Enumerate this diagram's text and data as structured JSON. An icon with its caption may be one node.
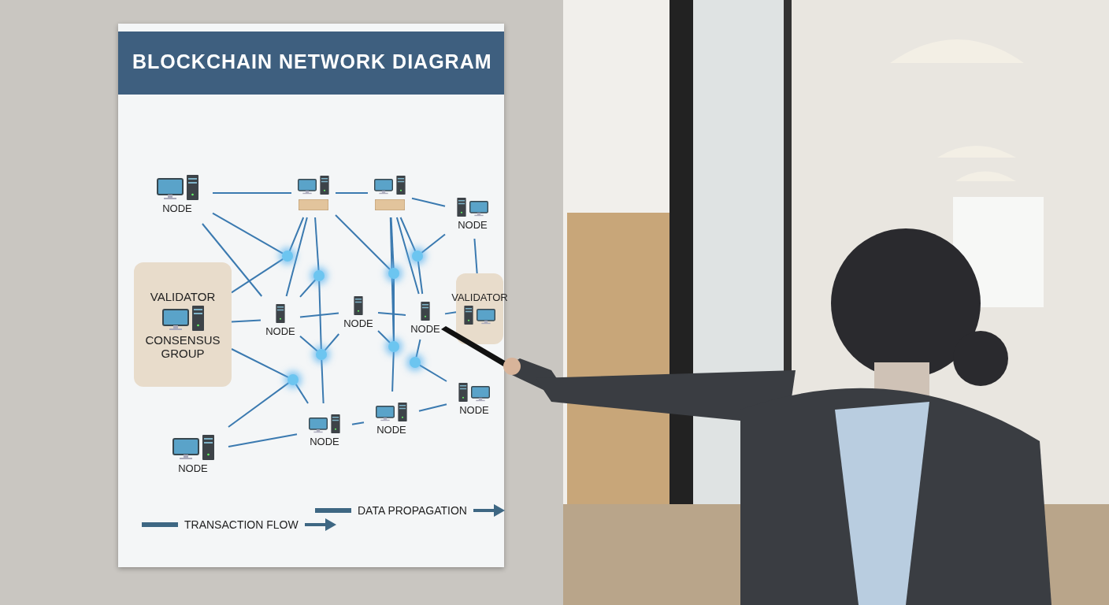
{
  "diagram": {
    "title": "BLOCKCHAIN NETWORK DIAGRAM",
    "nodes": [
      {
        "text": [
          "NODE"
        ]
      },
      {
        "text": [],
        "shape": "picture"
      },
      {
        "text": [],
        "shape": "picture"
      },
      {
        "text": [
          "NODE"
        ]
      },
      {
        "text": [
          "VALIDATOR",
          "CONSENSUS GROUP"
        ]
      },
      {
        "text": [
          "VALIDATOR"
        ]
      },
      {
        "text": [
          "NODE"
        ]
      },
      {
        "text": [
          "NODE"
        ]
      },
      {
        "text": [
          "NODE"
        ]
      },
      {
        "text": [
          "NODE"
        ]
      },
      {
        "text": [
          "NODE"
        ]
      },
      {
        "text": [
          "NODE"
        ]
      },
      {
        "text": [
          "NODE"
        ]
      },
      {
        "text": [],
        "shape": "circle"
      },
      {
        "text": [],
        "shape": "circle"
      },
      {
        "text": [],
        "shape": "circle"
      },
      {
        "text": [],
        "shape": "circle"
      },
      {
        "text": [],
        "shape": "circle"
      },
      {
        "text": [],
        "shape": "circle"
      },
      {
        "text": [],
        "shape": "circle"
      },
      {
        "text": [],
        "shape": "circle"
      }
    ],
    "edges": [
      {
        "from": 0,
        "to": 1,
        "arrow": "none"
      },
      {
        "from": 1,
        "to": 2,
        "arrow": "none"
      },
      {
        "from": 2,
        "to": 3,
        "arrow": "none"
      },
      {
        "from": 0,
        "to": 13,
        "arrow": "none"
      },
      {
        "from": 0,
        "to": 6,
        "arrow": "none"
      },
      {
        "from": 1,
        "to": 13,
        "arrow": "none"
      },
      {
        "from": 1,
        "to": 14,
        "arrow": "none"
      },
      {
        "from": 1,
        "to": 15,
        "arrow": "none"
      },
      {
        "from": 1,
        "to": 6,
        "arrow": "none"
      },
      {
        "from": 2,
        "to": 15,
        "arrow": "none"
      },
      {
        "from": 2,
        "to": 16,
        "arrow": "none"
      },
      {
        "from": 2,
        "to": 8,
        "arrow": "none"
      },
      {
        "from": 2,
        "to": 19,
        "arrow": "none"
      },
      {
        "from": 3,
        "to": 16,
        "arrow": "none"
      },
      {
        "from": 3,
        "to": 5,
        "arrow": "none"
      },
      {
        "from": 4,
        "to": 13,
        "arrow": "none"
      },
      {
        "from": 4,
        "to": 6,
        "arrow": "none"
      },
      {
        "from": 4,
        "to": 18,
        "arrow": "none"
      },
      {
        "from": 6,
        "to": 7,
        "arrow": "none"
      },
      {
        "from": 7,
        "to": 8,
        "arrow": "none"
      },
      {
        "from": 8,
        "to": 5,
        "arrow": "none"
      },
      {
        "from": 14,
        "to": 6,
        "arrow": "none"
      },
      {
        "from": 6,
        "to": 17,
        "arrow": "none"
      },
      {
        "from": 7,
        "to": 17,
        "arrow": "none"
      },
      {
        "from": 7,
        "to": 19,
        "arrow": "none"
      },
      {
        "from": 8,
        "to": 20,
        "arrow": "none"
      },
      {
        "from": 16,
        "to": 8,
        "arrow": "none"
      },
      {
        "from": 14,
        "to": 17,
        "arrow": "none"
      },
      {
        "from": 15,
        "to": 19,
        "arrow": "none"
      },
      {
        "from": 9,
        "to": 18,
        "arrow": "none"
      },
      {
        "from": 9,
        "to": 10,
        "arrow": "none"
      },
      {
        "from": 10,
        "to": 11,
        "arrow": "none"
      },
      {
        "from": 11,
        "to": 12,
        "arrow": "none"
      },
      {
        "from": 18,
        "to": 10,
        "arrow": "none"
      },
      {
        "from": 17,
        "to": 10,
        "arrow": "none"
      },
      {
        "from": 19,
        "to": 11,
        "arrow": "none"
      },
      {
        "from": 20,
        "to": 12,
        "arrow": "none"
      }
    ],
    "legend": [
      {
        "text": "TRANSACTION FLOW"
      },
      {
        "text": "DATA PROPAGATION"
      }
    ]
  }
}
